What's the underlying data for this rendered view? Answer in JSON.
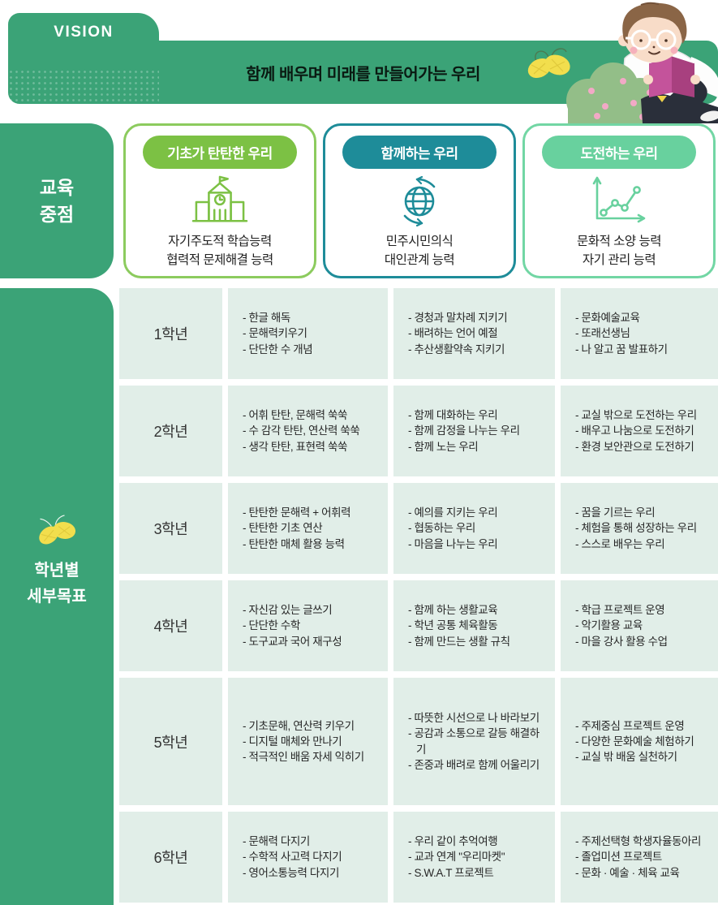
{
  "banner": {
    "tag": "VISION",
    "title": "함께 배우며 미래를 만들어가는 우리"
  },
  "sidebar": {
    "focus": {
      "line1": "교육",
      "line2": "중점"
    },
    "goals": {
      "line1": "학년별",
      "line2": "세부목표"
    }
  },
  "colors": {
    "main_green": "#3BA377",
    "pillar1_accent": "#7CC144",
    "pillar2_accent": "#1E8C99",
    "pillar3_accent": "#68D19E",
    "row_background": "#E1EEE8",
    "butterfly_yellow": "#F2DE4D",
    "book_pink": "#C4539B"
  },
  "pillars": [
    {
      "badge": "기초가 탄탄한 우리",
      "icon": "school-icon",
      "line1": "자기주도적 학습능력",
      "line2": "협력적 문제해결 능력"
    },
    {
      "badge": "함께하는 우리",
      "icon": "globe-icon",
      "line1": "민주시민의식",
      "line2": "대인관계 능력"
    },
    {
      "badge": "도전하는 우리",
      "icon": "growth-chart-icon",
      "line1": "문화적 소양 능력",
      "line2": "자기 관리 능력"
    }
  ],
  "grades": [
    {
      "label": "1학년",
      "basic": [
        "- 한글 해독",
        "- 문해력키우기",
        "- 단단한 수 개념"
      ],
      "together": [
        "- 경청과 말차례 지키기",
        "- 배려하는 언어 예절",
        "- 추산생활약속 지키기"
      ],
      "challenge": [
        "- 문화예술교육",
        "- 또래선생님",
        "- 나 알고 꿈 발표하기"
      ]
    },
    {
      "label": "2학년",
      "basic": [
        "- 어휘 탄탄, 문해력 쑥쑥",
        "- 수 감각 탄탄, 연산력 쑥쑥",
        "- 생각 탄탄, 표현력 쑥쑥"
      ],
      "together": [
        "- 함께 대화하는 우리",
        "- 함께 감정을 나누는 우리",
        "- 함께 노는 우리"
      ],
      "challenge": [
        "- 교실 밖으로 도전하는 우리",
        "- 배우고 나눔으로 도전하기",
        "- 환경 보안관으로 도전하기"
      ]
    },
    {
      "label": "3학년",
      "basic": [
        "- 탄탄한 문해력 + 어휘력",
        "- 탄탄한 기초 연산",
        "- 탄탄한 매체 활용 능력"
      ],
      "together": [
        "- 예의를 지키는 우리",
        "- 협동하는 우리",
        "- 마음을 나누는 우리"
      ],
      "challenge": [
        "- 꿈을 기르는 우리",
        "- 체험을 통해 성장하는 우리",
        "- 스스로 배우는 우리"
      ]
    },
    {
      "label": "4학년",
      "basic": [
        "- 자신감 있는 글쓰기",
        "- 단단한 수학",
        "- 도구교과 국어 재구성"
      ],
      "together": [
        "- 함께 하는 생활교육",
        "- 학년 공통 체육활동",
        "- 함께 만드는 생활 규칙"
      ],
      "challenge": [
        "- 학급 프로젝트 운영",
        "- 악기활용 교육",
        "- 마을 강사 활용 수업"
      ]
    },
    {
      "label": "5학년",
      "basic": [
        "- 기초문해, 연산력 키우기",
        "- 디지털 매체와 만나기",
        "- 적극적인 배움 자세 익히기"
      ],
      "together": [
        "- 따뜻한 시선으로 나 바라보기",
        "- 공감과 소통으로 갈등 해결하기",
        "- 존중과 배려로 함께 어울리기"
      ],
      "challenge": [
        "- 주제중심 프로젝트 운영",
        "- 다양한 문화예술 체험하기",
        "- 교실 밖 배움 실천하기"
      ]
    },
    {
      "label": "6학년",
      "basic": [
        "- 문해력 다지기",
        "- 수학적 사고력 다지기",
        "- 영어소통능력 다지기"
      ],
      "together": [
        "- 우리 같이 추억여행",
        "- 교과 연계 \"우리마켓\"",
        "- S.W.A.T 프로젝트"
      ],
      "challenge": [
        "- 주제선택형 학생자율동아리",
        "- 졸업미션 프로젝트",
        "- 문화 · 예술 · 체육 교육"
      ]
    }
  ]
}
